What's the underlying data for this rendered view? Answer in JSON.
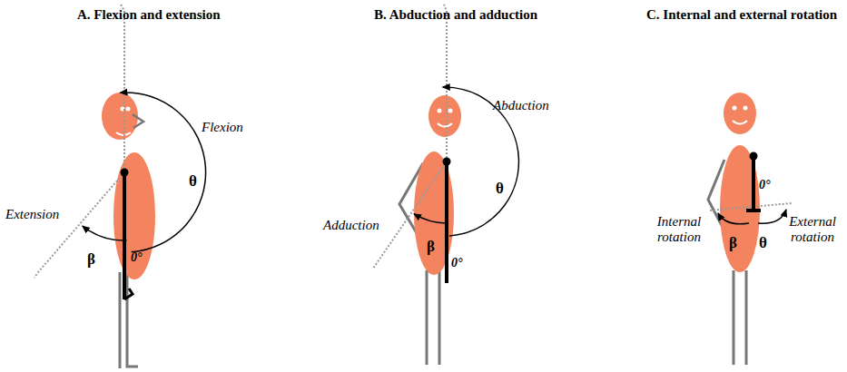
{
  "diagram": {
    "labels": [
      "A. Flexion and extension",
      "Flexion",
      "θ",
      "Extension",
      "β",
      "0°",
      "B. Abduction and adduction",
      "Abduction",
      "θ",
      "Adduction",
      "β",
      "0°",
      "C. Internal and external rotation",
      "0°",
      "Internal rotation",
      "External rotation",
      "β",
      "θ"
    ]
  }
}
